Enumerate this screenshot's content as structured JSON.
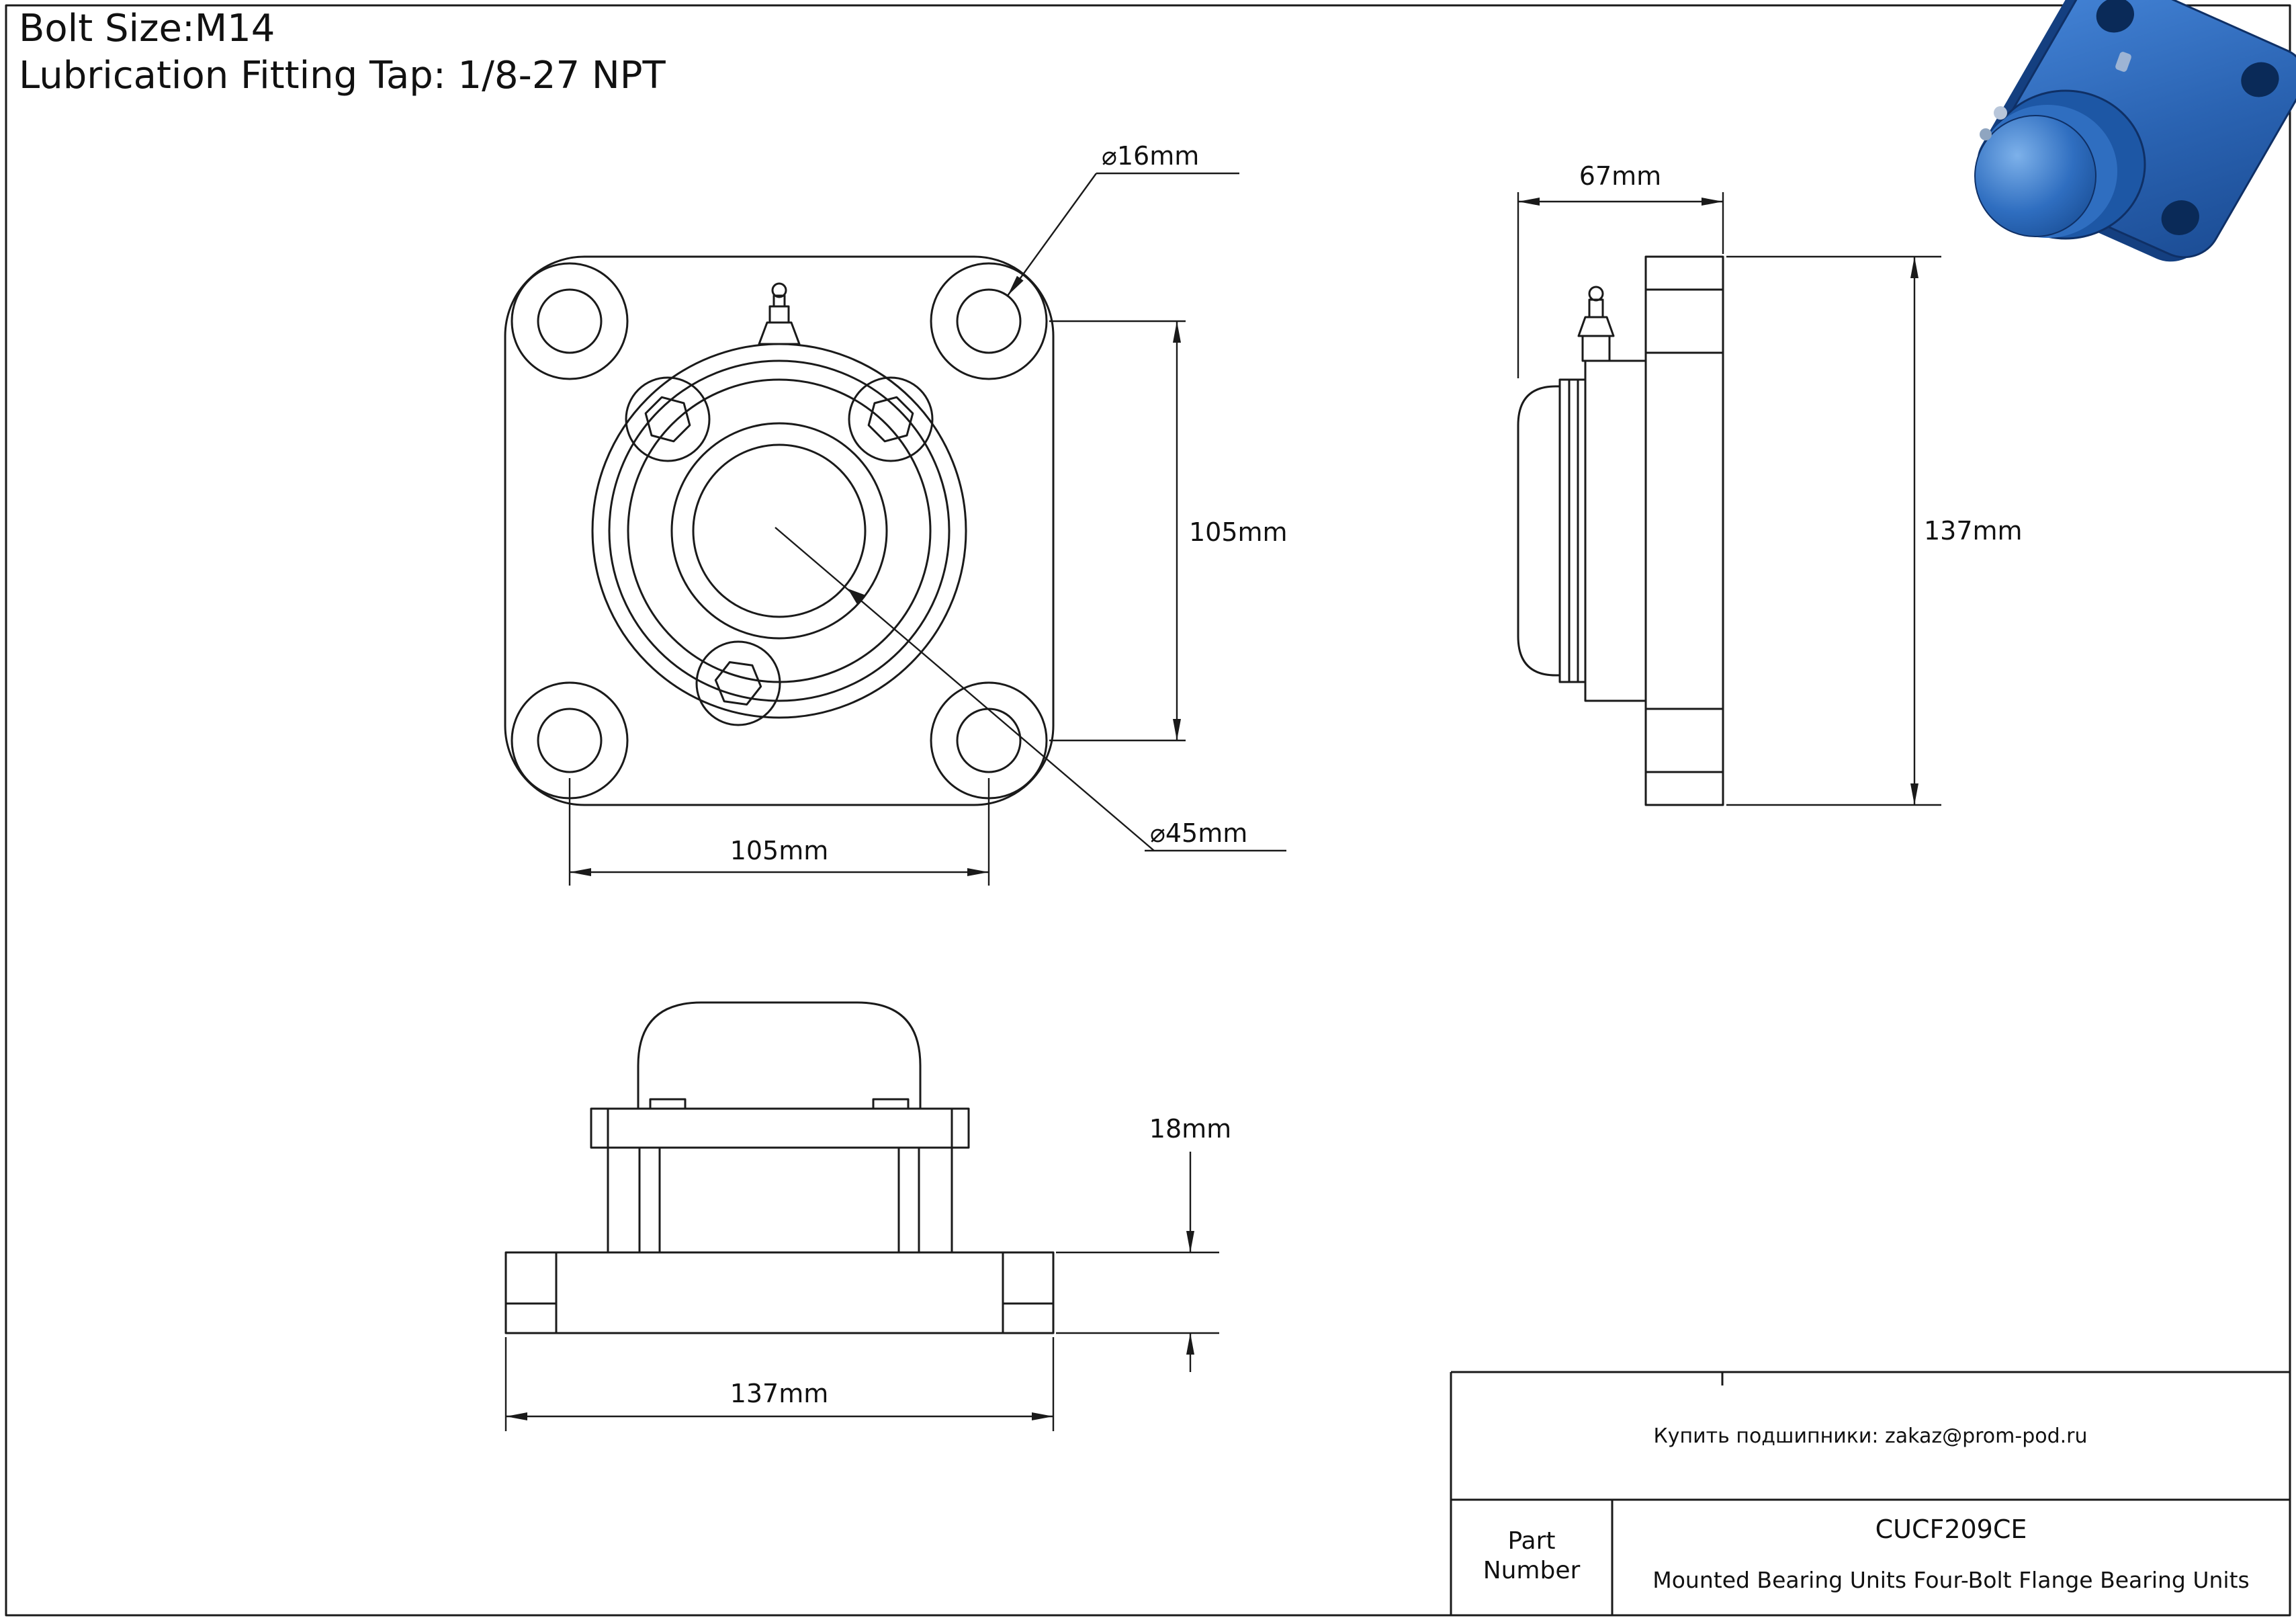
{
  "colors": {
    "line": "#1a1a1a",
    "background": "#ffffff",
    "render_blue_light": "#5d96dd",
    "render_blue": "#2f6ec0",
    "render_blue_dark": "#123a73"
  },
  "header": {
    "line1": "Bolt Size:M14",
    "line2": "Lubrication Fitting Tap: 1/8-27 NPT"
  },
  "views": {
    "front": {
      "dim_bolt_hole_diameter": "⌀16mm",
      "dim_bolt_spacing_vertical": "105mm",
      "dim_bolt_spacing_horizontal": "105mm",
      "dim_bore_diameter": "⌀45mm"
    },
    "side": {
      "dim_depth": "67mm",
      "dim_flange_height": "137mm"
    },
    "bottom": {
      "dim_flange_thickness": "18mm",
      "dim_overall_width": "137mm"
    }
  },
  "title_block": {
    "contact": "Купить подшипники: zakaz@prom-pod.ru",
    "part_label": "Part Number",
    "part_number": "CUCF209CE",
    "description": "Mounted Bearing Units Four-Bolt Flange Bearing Units"
  }
}
